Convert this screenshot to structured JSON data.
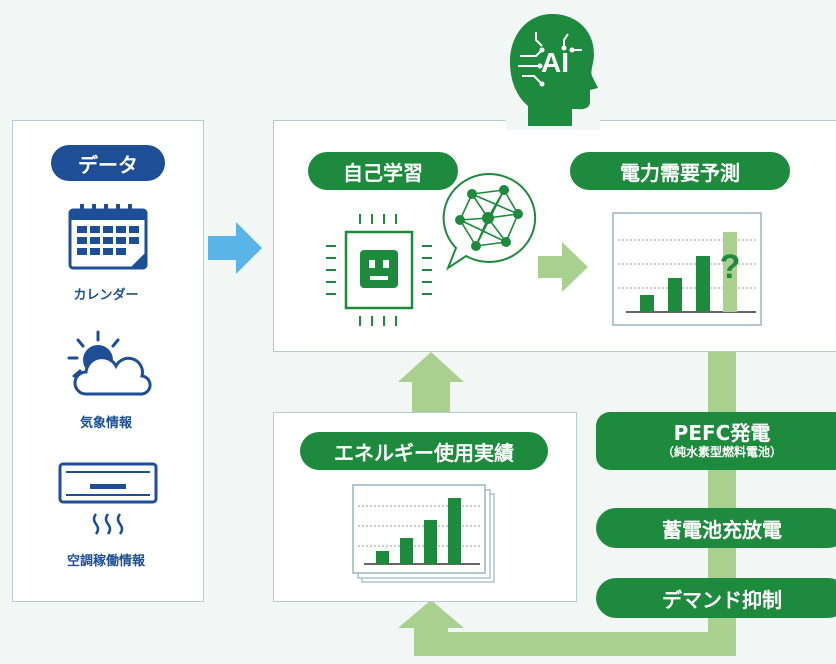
{
  "colors": {
    "green_dark": "#1e8a3e",
    "green_light": "#a9d08e",
    "blue": "#1d4e96",
    "arrow_blue": "#5ab4e8",
    "panel_border": "#b7cbd4",
    "background": "#f2f6f5"
  },
  "ai_badge": {
    "label": "AI",
    "icon": "ai-head-icon"
  },
  "data_panel": {
    "title": "データ",
    "items": [
      {
        "label": "カレンダー",
        "icon": "calendar-icon"
      },
      {
        "label": "気象情報",
        "icon": "weather-icon"
      },
      {
        "label": "空調稼働情報",
        "icon": "air-conditioner-icon"
      }
    ]
  },
  "ai_panel": {
    "self_learning": "自己学習",
    "forecast": "電力需要予測",
    "forecast_mark": "?"
  },
  "energy_panel": {
    "title": "エネルギー使用実績"
  },
  "actions": [
    "PEFC発電",
    "蓄電池充放電",
    "デマンド抑制"
  ],
  "pefc_sub": "（純水素型燃料電池）"
}
